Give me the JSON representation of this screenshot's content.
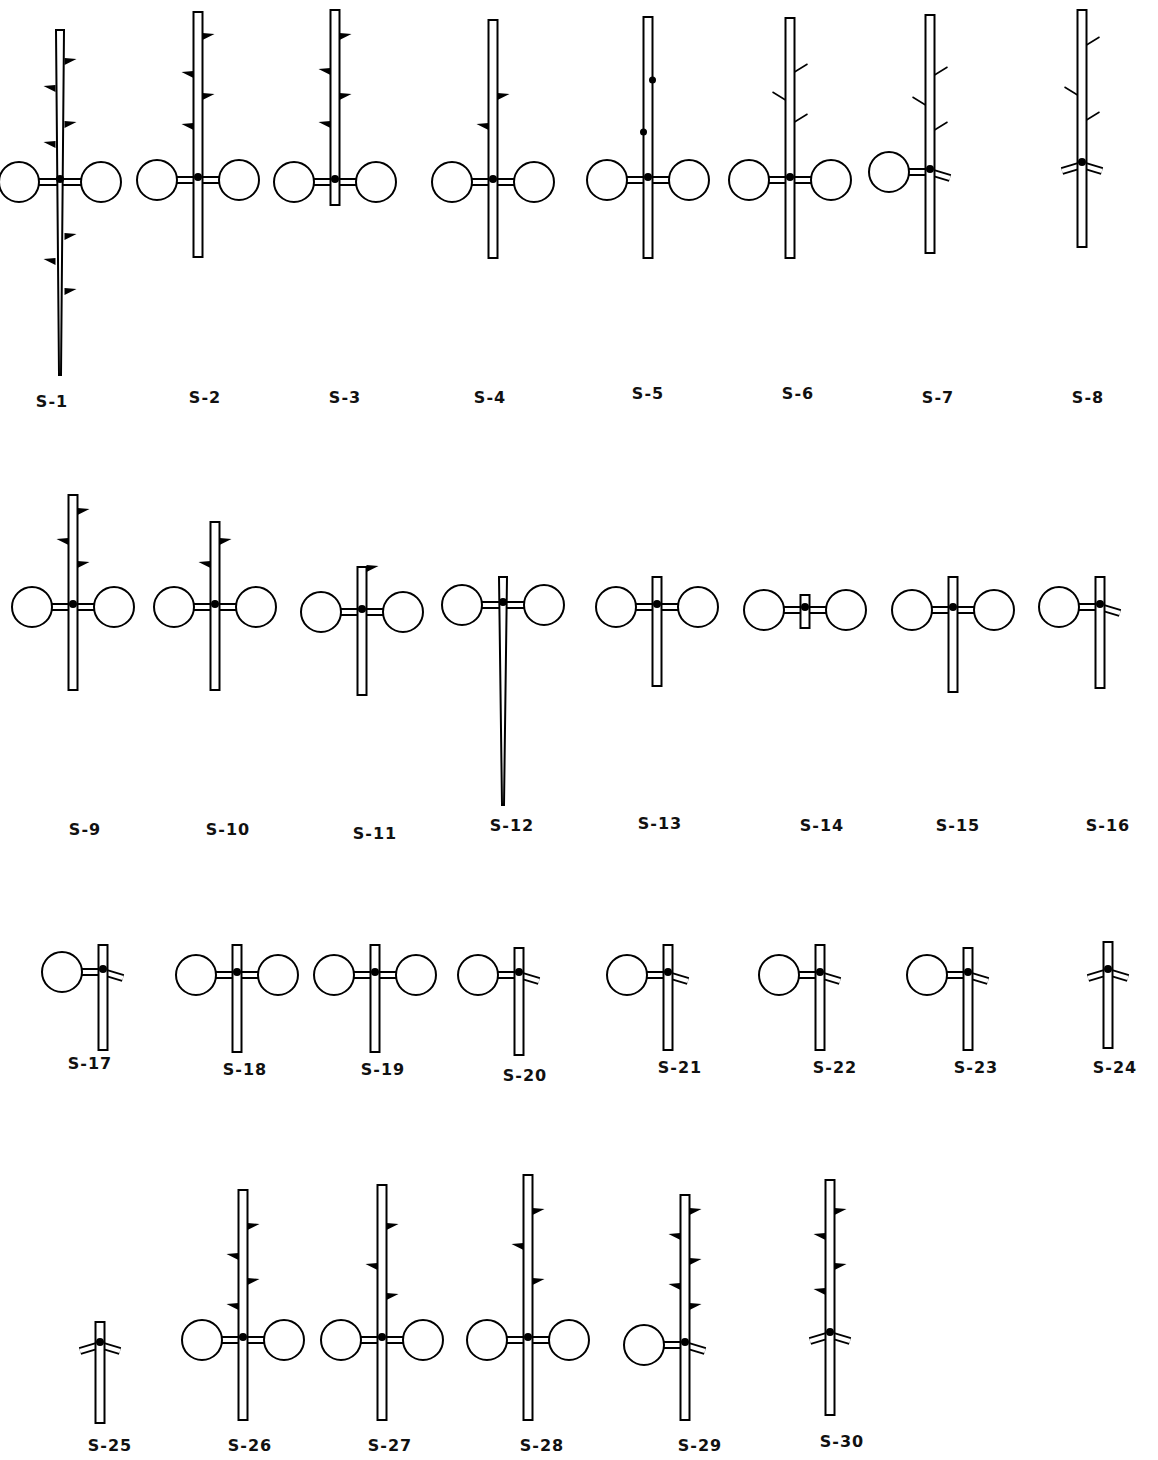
{
  "diagram": {
    "labels": [
      "S-1",
      "S-2",
      "S-3",
      "S-4",
      "S-5",
      "S-6",
      "S-7",
      "S-8",
      "S-9",
      "S-10",
      "S-11",
      "S-12",
      "S-13",
      "S-14",
      "S-15",
      "S-16",
      "S-17",
      "S-18",
      "S-19",
      "S-20",
      "S-21",
      "S-22",
      "S-23",
      "S-24",
      "S-25",
      "S-26",
      "S-27",
      "S-28",
      "S-29",
      "S-30"
    ]
  }
}
